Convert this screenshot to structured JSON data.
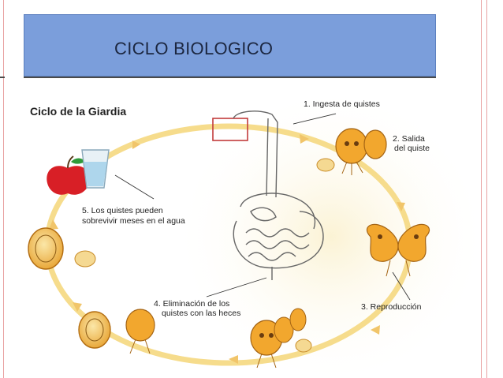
{
  "slide": {
    "title": "CICLO BIOLOGICO",
    "accent_color": "#7b9edb",
    "edge_color": "#e9a2a2"
  },
  "diagram": {
    "heading": "Ciclo de la Giardia",
    "steps": [
      {
        "id": 1,
        "line1": "1. Ingesta de quistes",
        "line2": ""
      },
      {
        "id": 2,
        "line1": "2. Salida",
        "line2": "del quiste"
      },
      {
        "id": 3,
        "line1": "3. Reproducción",
        "line2": ""
      },
      {
        "id": 4,
        "line1": "4. Eliminación de los",
        "line2": "quistes con las heces"
      },
      {
        "id": 5,
        "line1": "5. Los quistes pueden",
        "line2": "sobrevivir meses en el agua"
      }
    ],
    "cycle_color": "#f6dc8c",
    "organism_color": "#f2a72e"
  }
}
